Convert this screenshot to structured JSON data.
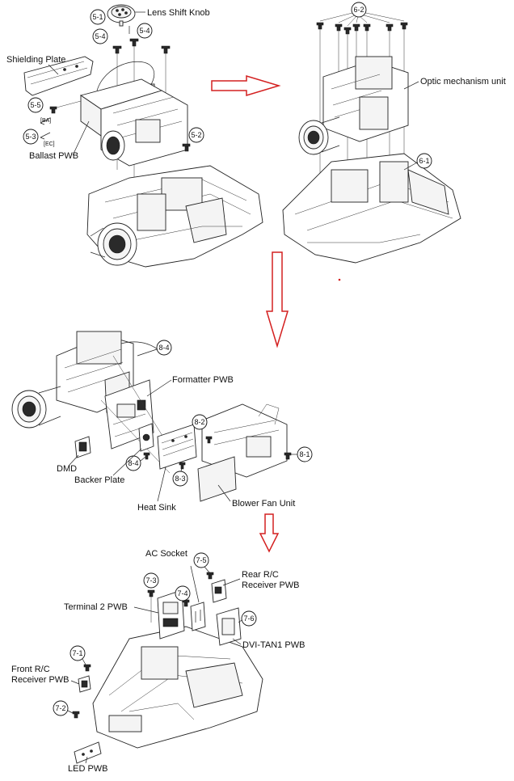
{
  "labels": {
    "lens_shift_knob": "Lens Shift Knob",
    "shielding_plate": "Shielding Plate",
    "ballast_pwb": "Ballast PWB",
    "ba": "[BA]",
    "ec": "[EC]",
    "optic_mechanism_unit": "Optic mechanism unit",
    "formatter_pwb": "Formatter PWB",
    "dmd": "DMD",
    "backer_plate": "Backer Plate",
    "heat_sink": "Heat Sink",
    "blower_fan_unit": "Blower Fan Unit",
    "ac_socket": "AC Socket",
    "rear_rc_line1": "Rear R/C",
    "rear_rc_line2": "Receiver PWB",
    "terminal2_pwb": "Terminal 2 PWB",
    "dvi_tan1_pwb": "DVI-TAN1 PWB",
    "front_rc_line1": "Front R/C",
    "front_rc_line2": "Receiver PWB",
    "led_pwb": "LED PWB"
  },
  "callouts": {
    "c5_1": "5-1",
    "c5_4a": "5-4",
    "c5_4b": "5-4",
    "c5_5": "5-5",
    "c5_3": "5-3",
    "c5_2": "5-2",
    "c6_2": "6-2",
    "c6_1": "6-1",
    "c8_4a": "8-4",
    "c8_2": "8-2",
    "c8_1": "8-1",
    "c8_4b": "8-4",
    "c8_3": "8-3",
    "c7_5": "7-5",
    "c7_3": "7-3",
    "c7_4": "7-4",
    "c7_6": "7-6",
    "c7_1": "7-1",
    "c7_2": "7-2"
  },
  "colors": {
    "arrow": "#d42020",
    "ink": "#111111"
  }
}
